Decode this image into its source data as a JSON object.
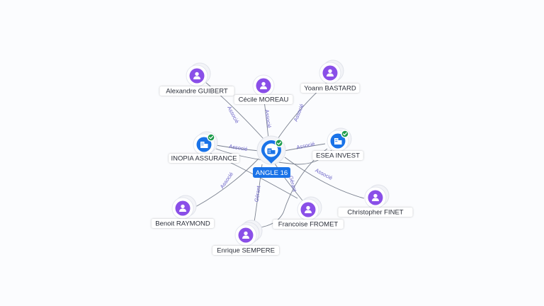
{
  "colors": {
    "person": "#8a4fe8",
    "company": "#1a73e8",
    "check": "#1e9c4c",
    "edge": "#7b8290",
    "edge_label": "#6a62c7"
  },
  "center": {
    "name": "ANGLE 16",
    "icon": "building-icon",
    "verified": true
  },
  "nodes": [
    {
      "id": "alexandre",
      "name": "Alexandre GUIBERT",
      "kind": "person",
      "icon": "person-icon"
    },
    {
      "id": "cecile",
      "name": "Cécile MOREAU",
      "kind": "person",
      "icon": "person-icon"
    },
    {
      "id": "yoann",
      "name": "Yoann BASTARD",
      "kind": "person",
      "icon": "person-icon"
    },
    {
      "id": "inopia",
      "name": "INOPIA ASSURANCE",
      "kind": "company",
      "icon": "building-icon",
      "verified": true
    },
    {
      "id": "esea",
      "name": "ESEA INVEST",
      "kind": "company",
      "icon": "building-icon",
      "verified": true
    },
    {
      "id": "christopher",
      "name": "Christopher FINET",
      "kind": "person",
      "icon": "person-icon"
    },
    {
      "id": "benoit",
      "name": "Benoit RAYMOND",
      "kind": "person",
      "icon": "person-icon"
    },
    {
      "id": "francoise",
      "name": "Francoise FROMET",
      "kind": "person",
      "icon": "person-icon"
    },
    {
      "id": "enrique",
      "name": "Enrique SEMPERE",
      "kind": "person",
      "icon": "person-icon"
    }
  ],
  "edges": [
    {
      "id": "e-alexandre",
      "label": "Associé"
    },
    {
      "id": "e-cecile",
      "label": "Associé"
    },
    {
      "id": "e-yoann",
      "label": "Associé"
    },
    {
      "id": "e-inopia",
      "label": "Associé"
    },
    {
      "id": "e-esea",
      "label": "Associé"
    },
    {
      "id": "e-christopher",
      "label": "Associé"
    },
    {
      "id": "e-benoit",
      "label": "Associé"
    },
    {
      "id": "e-francoise",
      "label": "Gérant"
    },
    {
      "id": "e-enrique",
      "label": "Gérant"
    }
  ]
}
